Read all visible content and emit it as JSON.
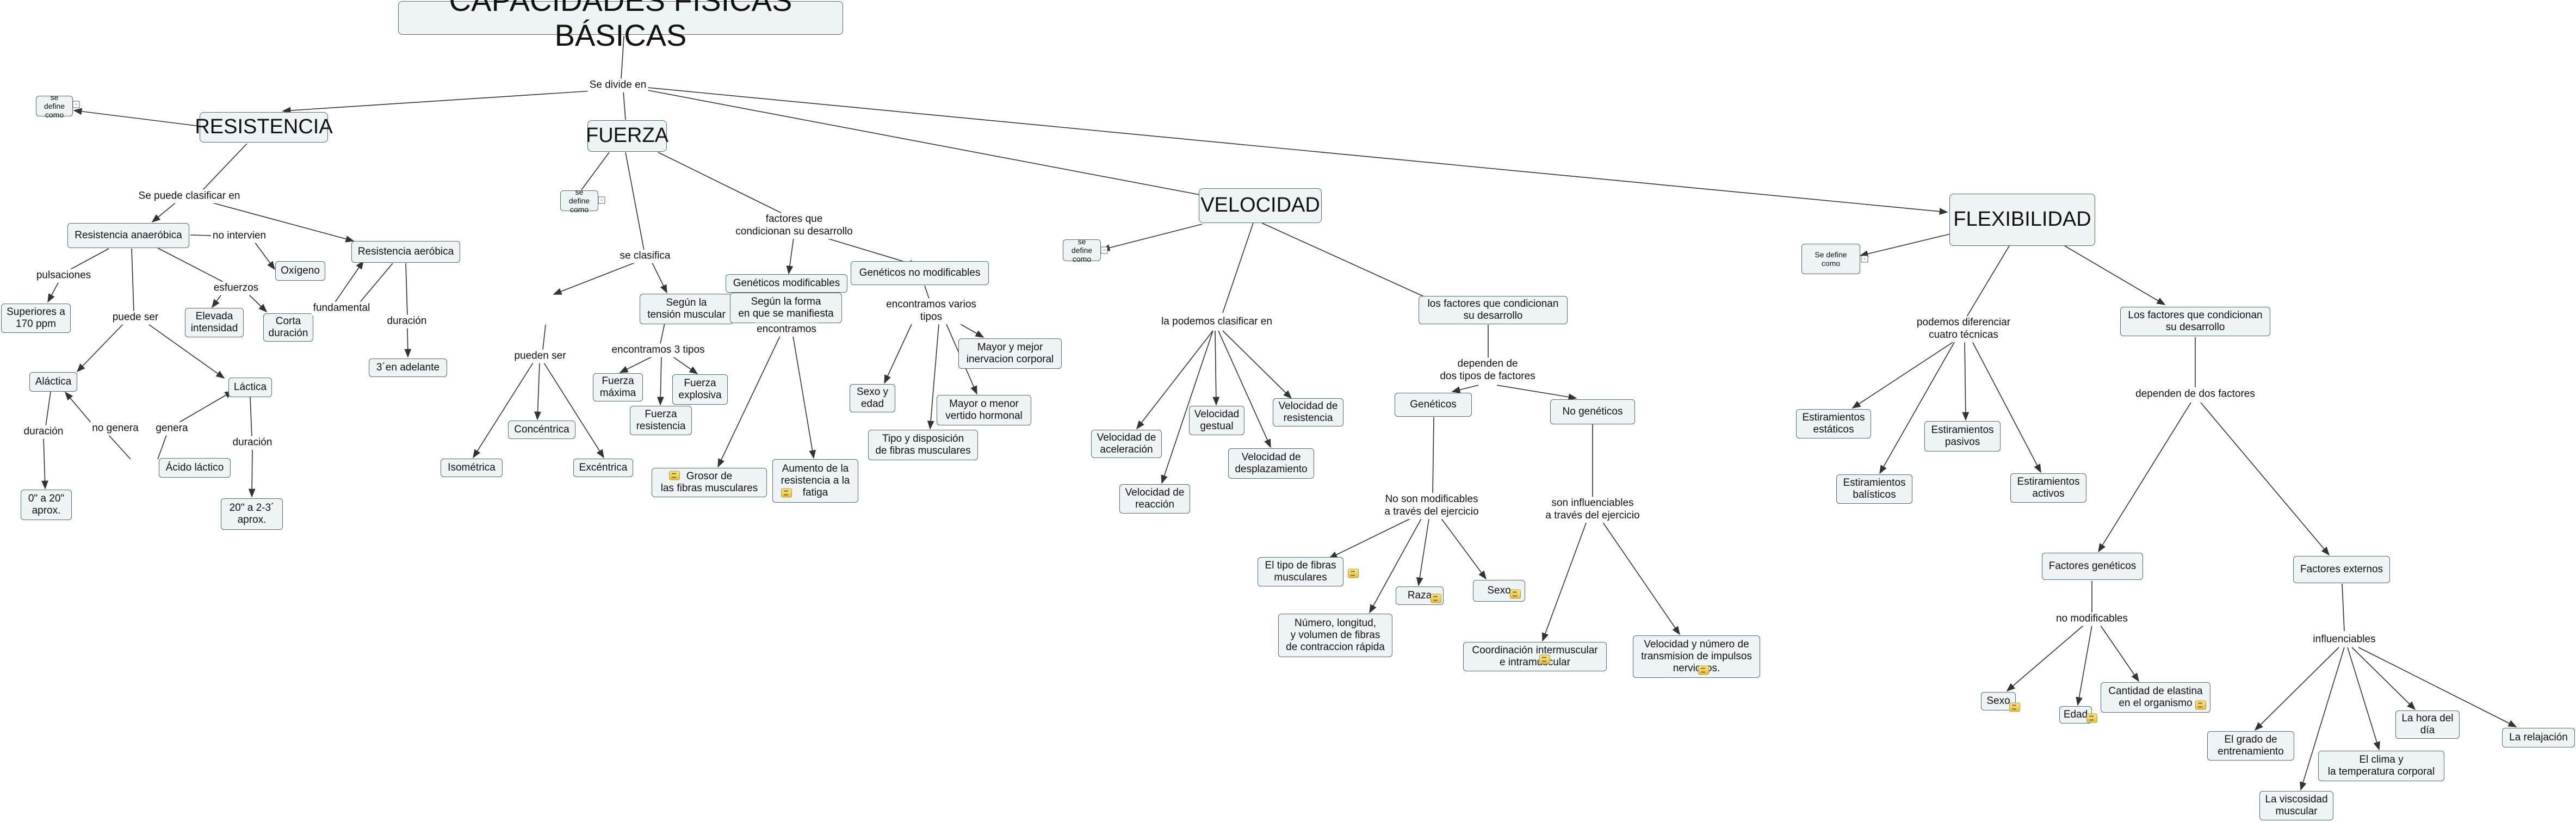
{
  "nodes": [
    {
      "id": "title",
      "text": "CAPACIDADES FÍSICAS BÁSICAS"
    },
    {
      "id": "resistencia",
      "text": "RESISTENCIA"
    },
    {
      "id": "res_def",
      "text": "se define\ncomo"
    },
    {
      "id": "res_anaer",
      "text": "Resistencia anaeróbica"
    },
    {
      "id": "res_aer",
      "text": "Resistencia aeróbica"
    },
    {
      "id": "oxigeno",
      "text": "Oxígeno"
    },
    {
      "id": "superiores",
      "text": "Superiores a\n170 ppm"
    },
    {
      "id": "elevada",
      "text": "Elevada\nintensidad"
    },
    {
      "id": "corta",
      "text": "Corta\nduración"
    },
    {
      "id": "tres_adelante",
      "text": "3´en adelante"
    },
    {
      "id": "alactica",
      "text": "Aláctica"
    },
    {
      "id": "lactica",
      "text": "Láctica"
    },
    {
      "id": "acido",
      "text": "Ácido láctico"
    },
    {
      "id": "cero20",
      "text": "0\" a 20\"\naprox."
    },
    {
      "id": "veinte23",
      "text": "20\" a 2-3´\naprox."
    },
    {
      "id": "fuerza",
      "text": "FUERZA"
    },
    {
      "id": "fue_def",
      "text": "se define\ncomo"
    },
    {
      "id": "tension",
      "text": "Según la\ntensión muscular"
    },
    {
      "id": "forma",
      "text": "Según la forma\nen que se manifiesta"
    },
    {
      "id": "concentrica",
      "text": "Concéntrica"
    },
    {
      "id": "isometrica",
      "text": "Isométrica"
    },
    {
      "id": "excentrica",
      "text": "Excéntrica"
    },
    {
      "id": "f_maxima",
      "text": "Fuerza\nmáxima"
    },
    {
      "id": "f_explosiva",
      "text": "Fuerza\nexplosiva"
    },
    {
      "id": "f_resistencia",
      "text": "Fuerza\nresistencia"
    },
    {
      "id": "gen_mod",
      "text": "Genéticos modificables"
    },
    {
      "id": "gen_nomod",
      "text": "Genéticos no modificables"
    },
    {
      "id": "grosor",
      "text": "Grosor de\nlas fibras musculares"
    },
    {
      "id": "aumento",
      "text": "Aumento de la\nresistencia a la\nfatiga"
    },
    {
      "id": "sexo_edad",
      "text": "Sexo y\nedad"
    },
    {
      "id": "mayor_inerv",
      "text": "Mayor y mejor\ninervacion corporal"
    },
    {
      "id": "mayor_vert",
      "text": "Mayor o menor\nvertido hormonal"
    },
    {
      "id": "tipo_disp",
      "text": "Tipo y disposición\nde fibras musculares"
    },
    {
      "id": "velocidad",
      "text": "VELOCIDAD"
    },
    {
      "id": "vel_def",
      "text": "se define\ncomo"
    },
    {
      "id": "v_acel",
      "text": "Velocidad de\naceleración"
    },
    {
      "id": "v_gestual",
      "text": "Velocidad\ngestual"
    },
    {
      "id": "v_resist",
      "text": "Velocidad de\nresistencia"
    },
    {
      "id": "v_despl",
      "text": "Velocidad de\ndesplazamiento"
    },
    {
      "id": "v_reacc",
      "text": "Velocidad de\nreacción"
    },
    {
      "id": "factores_vel",
      "text": "los factores que condicionan\nsu desarrollo"
    },
    {
      "id": "geneticos",
      "text": "Genéticos"
    },
    {
      "id": "no_geneticos",
      "text": "No genéticos"
    },
    {
      "id": "tipo_fibras",
      "text": "El tipo de fibras\nmusculares"
    },
    {
      "id": "raza",
      "text": "Raza"
    },
    {
      "id": "sexo_v",
      "text": "Sexo"
    },
    {
      "id": "numero",
      "text": "Número, longitud,\ny volumen de fibras\nde contraccion rápida"
    },
    {
      "id": "coord",
      "text": "Coordinación intermuscular\ne intramuscular"
    },
    {
      "id": "vel_num",
      "text": "Velocidad y número de\ntransmision de impulsos\nnerviosos."
    },
    {
      "id": "flexibilidad",
      "text": "FLEXIBILIDAD"
    },
    {
      "id": "flex_def",
      "text": "Se define\ncomo"
    },
    {
      "id": "factores_flex",
      "text": "Los factores que condicionan\nsu desarrollo"
    },
    {
      "id": "e_estat",
      "text": "Estiramientos\nestáticos"
    },
    {
      "id": "e_pasivos",
      "text": "Estiramientos\npasivos"
    },
    {
      "id": "e_balist",
      "text": "Estiramientos\nbalísticos"
    },
    {
      "id": "e_activos",
      "text": "Estiramientos\nactivos"
    },
    {
      "id": "f_geneticos",
      "text": "Factores genéticos"
    },
    {
      "id": "f_externos",
      "text": "Factores externos"
    },
    {
      "id": "sexo_f",
      "text": "Sexo"
    },
    {
      "id": "edad",
      "text": "Edad"
    },
    {
      "id": "elastina",
      "text": "Cantidad de elastina\nen el organismo"
    },
    {
      "id": "grado",
      "text": "El grado de\nentrenamiento"
    },
    {
      "id": "clima",
      "text": "El clima y\nla temperatura corporal"
    },
    {
      "id": "hora",
      "text": "La hora del\ndía"
    },
    {
      "id": "relajacion",
      "text": "La relajación"
    },
    {
      "id": "viscosidad",
      "text": "La viscosidad\nmuscular"
    }
  ],
  "labels": [
    {
      "id": "l_divide",
      "text": "Se divide en"
    },
    {
      "id": "l_clasificar",
      "text": "Se puede clasificar en"
    },
    {
      "id": "l_pulsaciones",
      "text": "pulsaciones"
    },
    {
      "id": "l_nointervien",
      "text": "no intervien"
    },
    {
      "id": "l_esfuerzos",
      "text": "esfuerzos"
    },
    {
      "id": "l_fundamental",
      "text": "fundamental"
    },
    {
      "id": "l_duracion_aer",
      "text": "duración"
    },
    {
      "id": "l_puedeser",
      "text": "puede ser"
    },
    {
      "id": "l_nogenera",
      "text": "no genera"
    },
    {
      "id": "l_genera",
      "text": "genera"
    },
    {
      "id": "l_duracion_al",
      "text": "duración"
    },
    {
      "id": "l_duracion_la",
      "text": "duración"
    },
    {
      "id": "l_seclasifica",
      "text": "se clasifica"
    },
    {
      "id": "l_puedenser",
      "text": "pueden ser"
    },
    {
      "id": "l_encontramos3",
      "text": "encontramos 3 tipos"
    },
    {
      "id": "l_factores_fue",
      "text": "factores que\ncondicionan su desarrollo"
    },
    {
      "id": "l_encontramos",
      "text": "encontramos"
    },
    {
      "id": "l_encontramos_varios",
      "text": "encontramos varios\ntipos"
    },
    {
      "id": "l_podemos_clasificar",
      "text": "la podemos clasificar en"
    },
    {
      "id": "l_dependen_vel",
      "text": "dependen de\ndos tipos de factores"
    },
    {
      "id": "l_nosonmod",
      "text": "No son modificables\na través del ejercicio"
    },
    {
      "id": "l_sonInfl",
      "text": "son influenciables\na través del ejercicio"
    },
    {
      "id": "l_cuatro",
      "text": "podemos diferenciar\ncuatro técnicas"
    },
    {
      "id": "l_dependen_flex",
      "text": "dependen de dos factores"
    },
    {
      "id": "l_nomodificables",
      "text": "no modificables"
    },
    {
      "id": "l_influenciables",
      "text": "influenciables"
    }
  ]
}
